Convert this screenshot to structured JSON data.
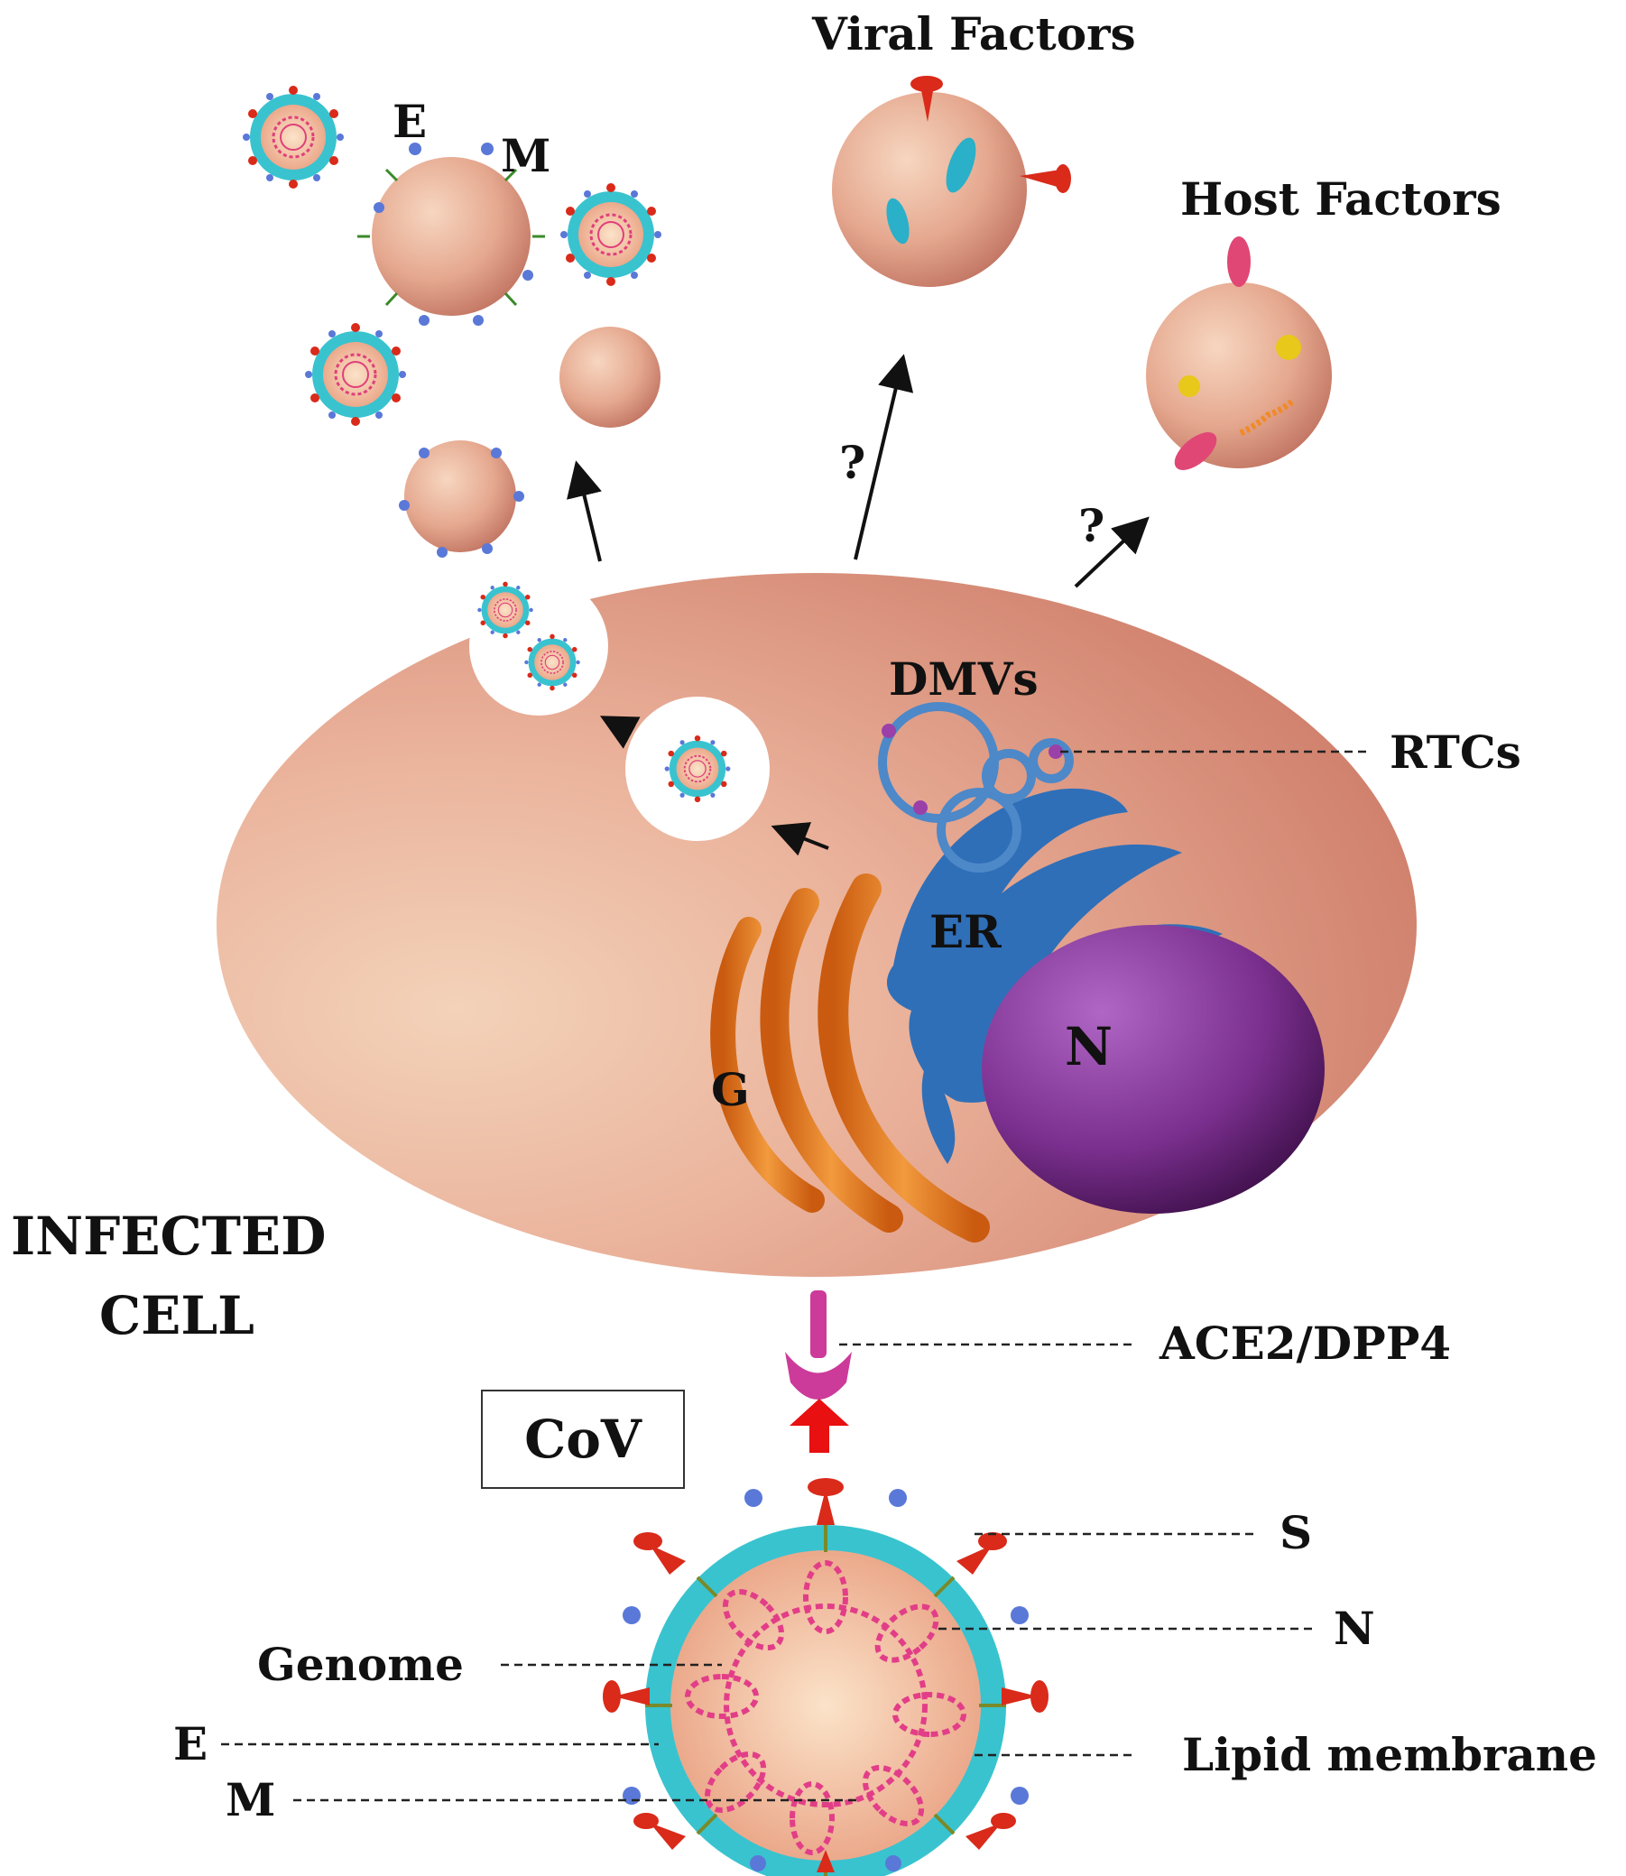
{
  "labels": {
    "viral_factors": "Viral Factors",
    "host_factors": "Host Factors",
    "question_1": "?",
    "question_2": "?",
    "e_top": "E",
    "m_top": "M",
    "dmvs": "DMVs",
    "rtcs": "RTCs",
    "er": "ER",
    "g": "G",
    "n_nucleus": "N",
    "infected": "INFECTED",
    "cell": "CELL",
    "receptor": "ACE2/DPP4",
    "cov": "CoV",
    "s": "S",
    "n_protein": "N",
    "genome": "Genome",
    "e": "E",
    "lipid_membrane": "Lipid membrane",
    "m": "M"
  },
  "colors": {
    "cell": "#e6a28e",
    "cell_highlight": "#f2cdb4",
    "virion_shell": "#39c3cf",
    "virion_core": "#f6c5a4",
    "spike_red": "#d92a1a",
    "spike_blue": "#5a78d8",
    "er_blue": "#2f6fb8",
    "golgi_orange": "#e6781d",
    "nucleus_purple": "#7a2f8e",
    "receptor_magenta": "#cc3a9a",
    "arrow_red": "#e81010"
  }
}
